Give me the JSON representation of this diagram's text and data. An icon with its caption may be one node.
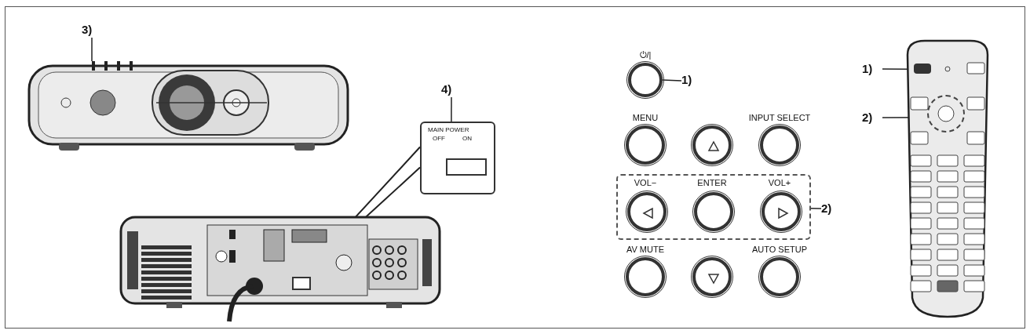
{
  "diagram": {
    "nodes": [
      {
        "text": [
          "3)"
        ]
      },
      {
        "text": [],
        "shape": "picture"
      },
      {
        "text": [
          "4)"
        ]
      },
      {
        "text": [
          "MAIN POWER",
          "OFF",
          "ON"
        ]
      },
      {
        "text": [],
        "shape": "box",
        "in": 3
      },
      {
        "text": [],
        "shape": "picture"
      },
      {
        "text": [],
        "shape": "box",
        "in": 5
      },
      {
        "text": [],
        "shape": "circle",
        "beside": [
          "⏻/|"
        ]
      },
      {
        "text": [
          "1)"
        ]
      },
      {
        "text": [],
        "shape": "circle",
        "beside": [
          "MENU"
        ]
      },
      {
        "text": [],
        "shape": "circle"
      },
      {
        "text": [],
        "shape": "circle",
        "beside": [
          "INPUT SELECT"
        ]
      },
      {
        "text": [],
        "shape": "box"
      },
      {
        "text": [],
        "shape": "circle",
        "beside": [
          "VOL−"
        ],
        "in": 12
      },
      {
        "text": [],
        "shape": "circle",
        "beside": [
          "ENTER"
        ],
        "in": 12
      },
      {
        "text": [],
        "shape": "circle",
        "beside": [
          "VOL+"
        ],
        "in": 12
      },
      {
        "text": [
          "2)"
        ]
      },
      {
        "text": [],
        "shape": "circle",
        "beside": [
          "AV MUTE"
        ]
      },
      {
        "text": [],
        "shape": "circle"
      },
      {
        "text": [],
        "shape": "circle",
        "beside": [
          "AUTO SETUP"
        ]
      },
      {
        "text": [],
        "shape": "picture"
      },
      {
        "text": [
          "1)"
        ]
      },
      {
        "text": [],
        "shape": "box",
        "in": 20
      },
      {
        "text": [
          "2)"
        ]
      },
      {
        "text": [],
        "shape": "circle",
        "in": 20
      }
    ],
    "edges": [
      {
        "from": 0,
        "to": 1,
        "arrow": "none"
      },
      {
        "from": 2,
        "to": 4,
        "arrow": "none"
      },
      {
        "from": 3,
        "to": 6,
        "arrow": "none"
      },
      {
        "from": 8,
        "to": 7,
        "arrow": "none"
      },
      {
        "from": 16,
        "to": 12,
        "arrow": "none"
      },
      {
        "from": 21,
        "to": 22,
        "arrow": "none"
      },
      {
        "from": 23,
        "to": 24,
        "arrow": "none"
      }
    ]
  }
}
